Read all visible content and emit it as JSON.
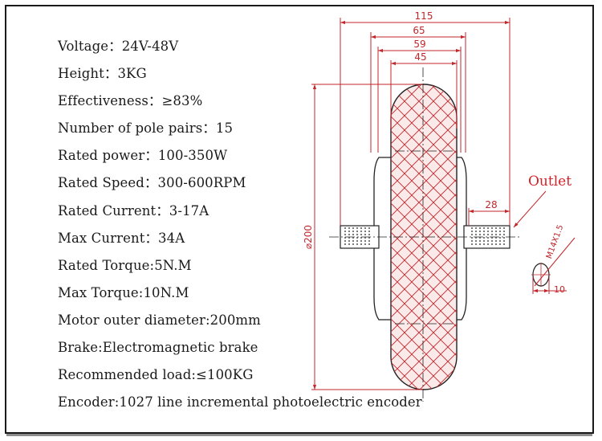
{
  "specs": [
    "Voltage：24V-48V",
    "Height：3KG",
    "Effectiveness：≥83%",
    "Number of pole pairs：15",
    "Rated power：100-350W",
    "Rated Speed：300-600RPM",
    "Rated Current：3-17A",
    "Max Current：34A",
    "Rated Torque:5N.M",
    "Max Torque:10N.M",
    "Motor outer diameter:200mm",
    "Brake:Electromagnetic brake",
    "Recommended load:≤100KG",
    "Encoder:1027 line incremental photoelectric encoder"
  ],
  "drawing": {
    "dim_115": "115",
    "dim_65": "65",
    "dim_59": "59",
    "dim_45": "45",
    "dim_28": "28",
    "dim_200": "⌀200",
    "thread_label": "M14X1.5",
    "thread_dim_10": "10",
    "outlet_label": "Outlet",
    "colors": {
      "dimension": "#c0262b",
      "outline": "#222222",
      "outlet_text": "#d0232a",
      "hatch": "#c0262b"
    }
  }
}
